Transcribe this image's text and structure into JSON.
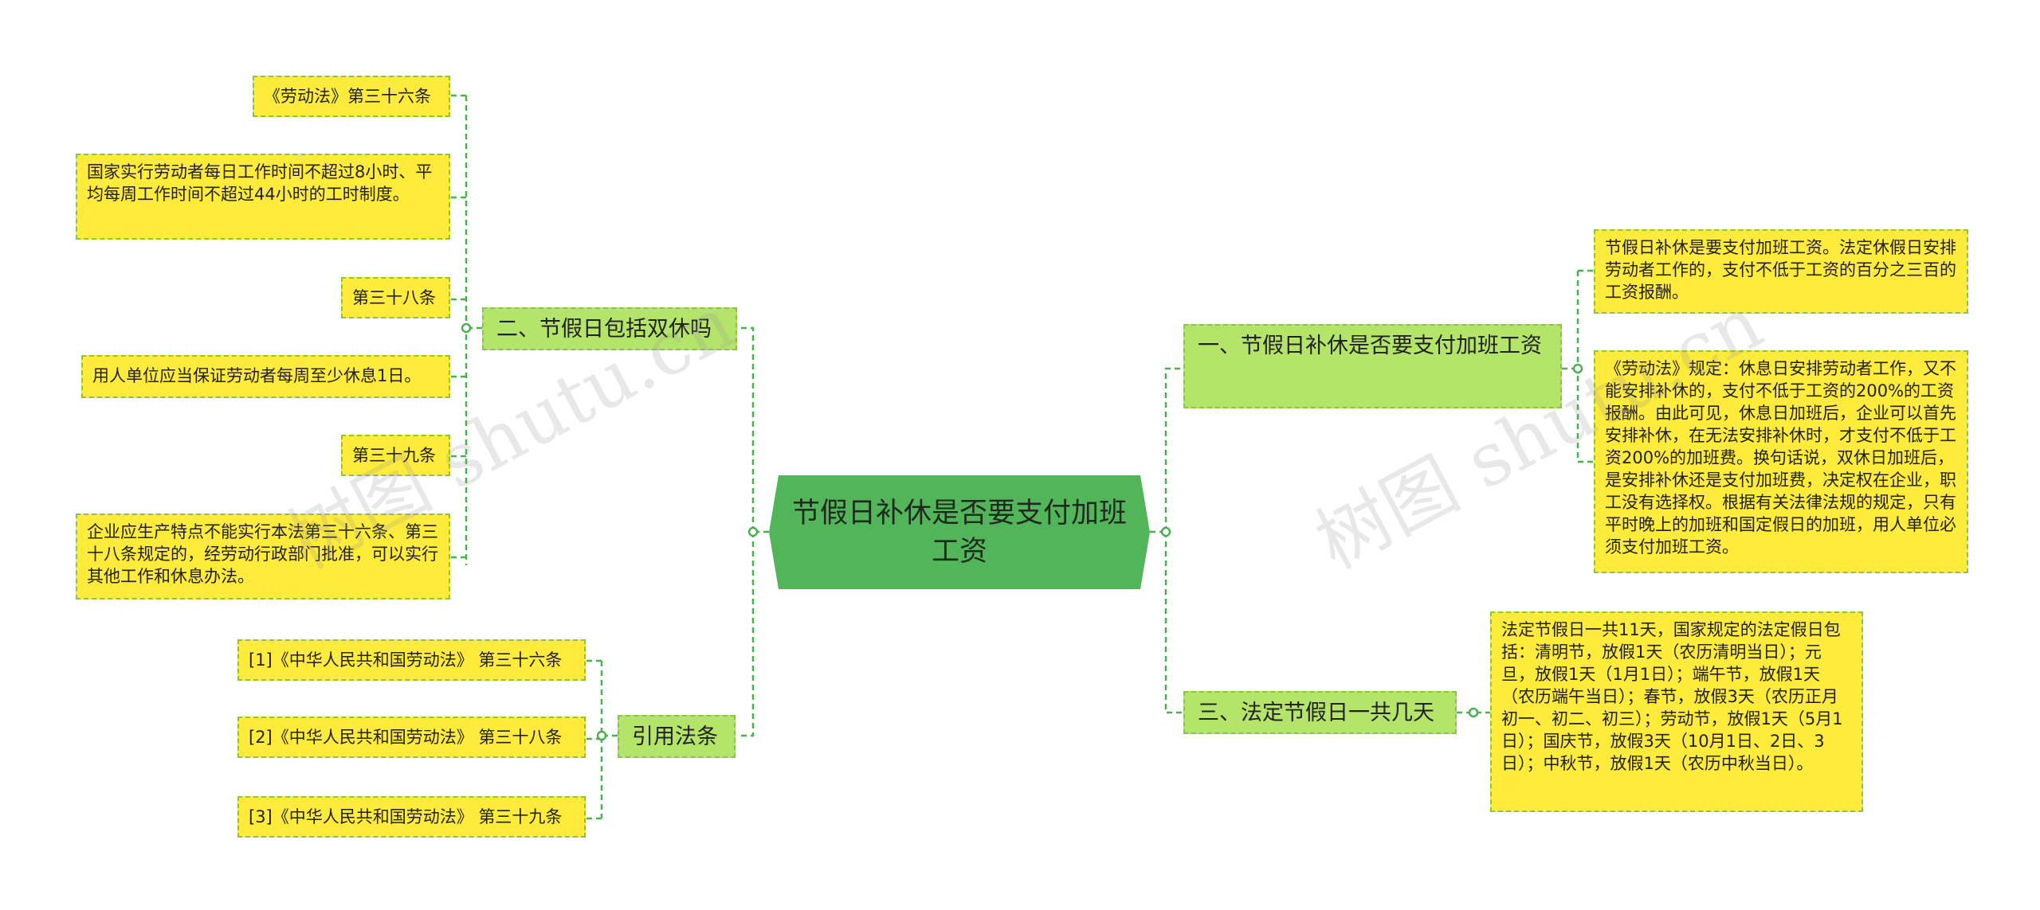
{
  "root": {
    "label": "节假日补休是否要支付加班工资"
  },
  "branches": {
    "b1": "一、节假日补休是否要支付加班工资",
    "b2": "二、节假日包括双休吗",
    "b3": "三、法定节假日一共几天",
    "b4": "引用法条"
  },
  "b1_leaves": [
    "节假日补休是要支付加班工资。法定休假日安排劳动者工作的，支付不低于工资的百分之三百的工资报酬。",
    "《劳动法》规定：休息日安排劳动者工作，又不能安排补休的，支付不低于工资的200%的工资报酬。由此可见，休息日加班后，企业可以首先安排补休，在无法安排补休时，才支付不低于工资200%的加班费。换句话说，双休日加班后，是安排补休还是支付加班费，决定权在企业，职工没有选择权。根据有关法律法规的规定，只有平时晚上的加班和国定假日的加班，用人单位必须支付加班工资。"
  ],
  "b2_leaves": [
    "《劳动法》第三十六条",
    "国家实行劳动者每日工作时间不超过8小时、平均每周工作时间不超过44小时的工时制度。",
    "第三十八条",
    "用人单位应当保证劳动者每周至少休息1日。",
    "第三十九条",
    "企业应生产特点不能实行本法第三十六条、第三十八条规定的，经劳动行政部门批准，可以实行其他工作和休息办法。"
  ],
  "b3_leaves": [
    "法定节假日一共11天，国家规定的法定假日包括：清明节，放假1天（农历清明当日）；元旦，放假1天（1月1日）；端午节，放假1天（农历端午当日）；春节，放假3天（农历正月初一、初二、初三）；劳动节，放假1天（5月1日）；国庆节，放假3天（10月1日、2日、3日）；中秋节，放假1天（农历中秋当日）。"
  ],
  "b4_leaves": [
    "[1]《中华人民共和国劳动法》 第三十六条",
    "[2]《中华人民共和国劳动法》 第三十八条",
    "[3]《中华人民共和国劳动法》 第三十九条"
  ],
  "watermarks": [
    "树图 shutu.cn",
    "树图 shutu.cn"
  ],
  "colors": {
    "root": "#52b55a",
    "branch": "#b5e46b",
    "leaf": "#ffeb3b",
    "connector": "#4caf50"
  }
}
